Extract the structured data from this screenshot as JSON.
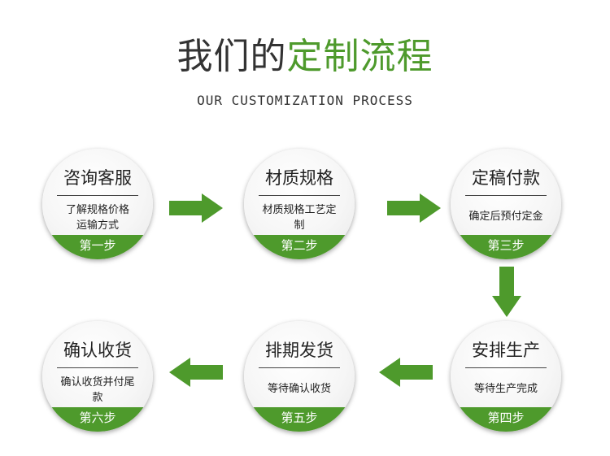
{
  "header": {
    "title_dark": "我们的",
    "title_accent": "定制流程",
    "subtitle": "OUR CUSTOMIZATION PROCESS"
  },
  "colors": {
    "accent": "#4e9a2c",
    "text": "#333333"
  },
  "steps": [
    {
      "title": "咨询客服",
      "desc_lines": [
        "了解规格价格",
        "运输方式"
      ],
      "badge": "第一步"
    },
    {
      "title": "材质规格",
      "desc_lines": [
        "材质规格工艺定",
        "制"
      ],
      "badge": "第二步"
    },
    {
      "title": "定稿付款",
      "desc_lines": [
        "确定后预付定金"
      ],
      "badge": "第三步"
    },
    {
      "title": "安排生产",
      "desc_lines": [
        "等待生产完成"
      ],
      "badge": "第四步"
    },
    {
      "title": "排期发货",
      "desc_lines": [
        "等待确认收货"
      ],
      "badge": "第五步"
    },
    {
      "title": "确认收货",
      "desc_lines": [
        "确认收货并付尾",
        "款"
      ],
      "badge": "第六步"
    }
  ],
  "arrows": [
    "right-arrow-icon",
    "right-arrow-icon",
    "down-arrow-icon",
    "left-arrow-icon",
    "left-arrow-icon"
  ]
}
